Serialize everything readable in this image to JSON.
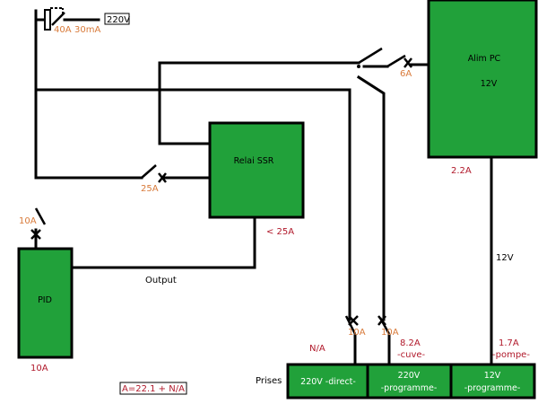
{
  "supply": {
    "voltage_label": "220V",
    "main_breaker": "40A",
    "diff_rating": "30mA"
  },
  "boxes": {
    "alim_pc": {
      "name": "Alim PC",
      "voltage": "12V"
    },
    "relai_ssr": {
      "name": "Relai SSR"
    },
    "pid": {
      "name": "PID"
    },
    "prises": {
      "label": "Prises",
      "outlets": [
        "220V -direct-",
        "220V",
        "-programme-",
        "12V",
        "-programme-"
      ]
    }
  },
  "switches": {
    "alim_pc_breaker": "6A",
    "ssr_breaker": "25A",
    "pid_breaker": "10A",
    "outlet1_breaker": "10A",
    "outlet2_breaker": "10A"
  },
  "wire_labels": {
    "output": "Output",
    "dc_line": "12V"
  },
  "loads": {
    "alim_pc": "2.2A",
    "ssr": "< 25A",
    "pid": "10A",
    "direct": "N/A",
    "cuve_amps": "8.2A",
    "cuve_name": "-cuve-",
    "pompe_amps": "1.7A",
    "pompe_name": "-pompe-"
  },
  "total": "A=22.1 + N/A",
  "colors": {
    "box_fill": "#21a13a",
    "rating_orange": "#d87a3a",
    "load_red": "#b0182a"
  }
}
